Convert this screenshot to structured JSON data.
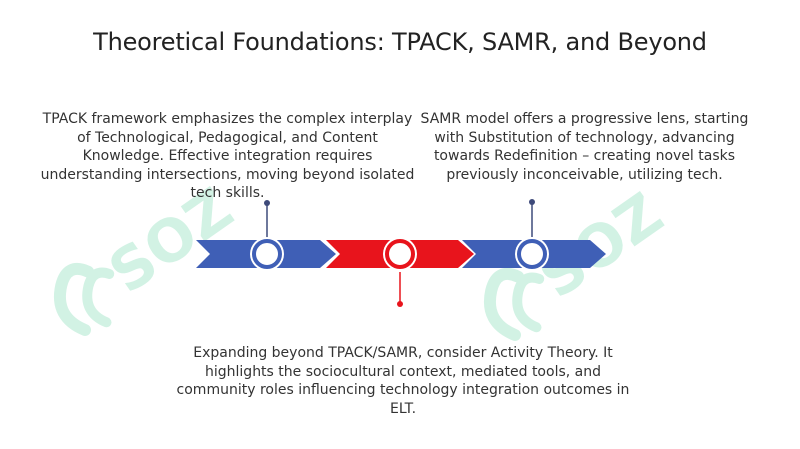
{
  "slide": {
    "title": "Theoretical Foundations: TPACK, SAMR, and Beyond",
    "watermark_text": "SOZ",
    "colors": {
      "blue": "#3f5fb6",
      "red": "#e8141c",
      "watermark": "#aee8cf",
      "connector": "#3e4a7a"
    },
    "blocks": {
      "tpack": "TPACK framework emphasizes the complex interplay of Technological, Pedagogical, and Content Knowledge. Effective integration requires understanding intersections, moving beyond isolated tech skills.",
      "samr": "SAMR model offers a progressive lens, starting with Substitution of technology, advancing towards Redefinition – creating novel tasks previously inconceivable, utilizing tech.",
      "activity": "Expanding beyond TPACK/SAMR, consider Activity Theory. It highlights the sociocultural context, mediated tools, and community roles influencing technology integration outcomes in ELT."
    }
  }
}
